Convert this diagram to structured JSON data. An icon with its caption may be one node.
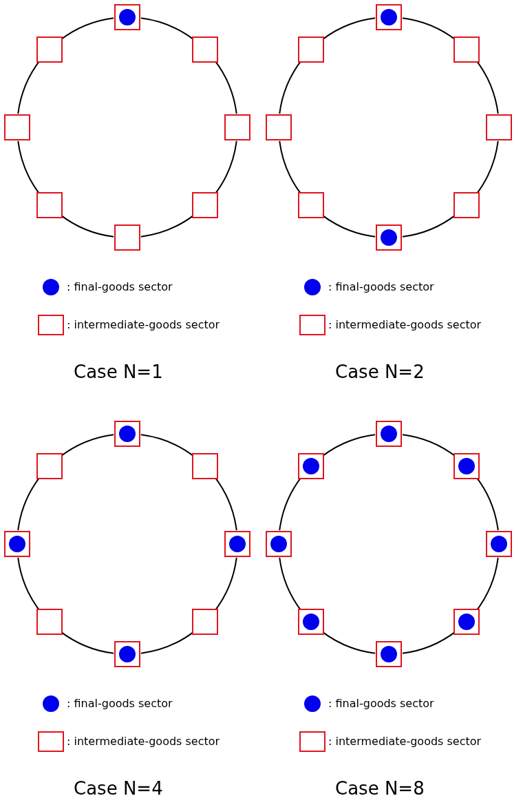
{
  "diagram": {
    "nodes": [
      {
        "text": [],
        "shape": "box"
      },
      {
        "text": [],
        "shape": "circle",
        "in": 0
      },
      {
        "text": [],
        "shape": "box"
      },
      {
        "text": [],
        "shape": "box"
      },
      {
        "text": [],
        "shape": "box"
      },
      {
        "text": [],
        "shape": "box"
      },
      {
        "text": [],
        "shape": "box"
      },
      {
        "text": [],
        "shape": "box"
      },
      {
        "text": [],
        "shape": "box"
      },
      {
        "text": [],
        "shape": "box"
      },
      {
        "text": [],
        "shape": "circle",
        "in": 9
      },
      {
        "text": [],
        "shape": "box"
      },
      {
        "text": [],
        "shape": "box"
      },
      {
        "text": [],
        "shape": "box"
      },
      {
        "text": [],
        "shape": "box"
      },
      {
        "text": [],
        "shape": "circle",
        "in": 14
      },
      {
        "text": [],
        "shape": "box"
      },
      {
        "text": [],
        "shape": "box"
      },
      {
        "text": [],
        "shape": "box"
      },
      {
        "text": [],
        "shape": "box"
      },
      {
        "text": [],
        "shape": "circle",
        "in": 19
      },
      {
        "text": [],
        "shape": "box"
      },
      {
        "text": [],
        "shape": "box"
      },
      {
        "text": [],
        "shape": "circle",
        "in": 22
      },
      {
        "text": [],
        "shape": "box"
      },
      {
        "text": [],
        "shape": "box"
      },
      {
        "text": [],
        "shape": "circle",
        "in": 25
      },
      {
        "text": [],
        "shape": "box"
      },
      {
        "text": [],
        "shape": "box"
      },
      {
        "text": [],
        "shape": "circle",
        "in": 28
      },
      {
        "text": [],
        "shape": "box"
      },
      {
        "text": [],
        "shape": "box"
      },
      {
        "text": [],
        "shape": "circle",
        "in": 31
      },
      {
        "text": [],
        "shape": "box"
      },
      {
        "text": [],
        "shape": "circle",
        "in": 33
      },
      {
        "text": [],
        "shape": "box"
      },
      {
        "text": [],
        "shape": "circle",
        "in": 35
      },
      {
        "text": [],
        "shape": "box"
      },
      {
        "text": [],
        "shape": "circle",
        "in": 37
      },
      {
        "text": [],
        "shape": "box"
      },
      {
        "text": [],
        "shape": "circle",
        "in": 39
      },
      {
        "text": [],
        "shape": "box"
      },
      {
        "text": [],
        "shape": "circle",
        "in": 41
      },
      {
        "text": [],
        "shape": "box"
      },
      {
        "text": [],
        "shape": "circle",
        "in": 43
      },
      {
        "text": [],
        "shape": "box"
      },
      {
        "text": [],
        "shape": "circle",
        "in": 45
      }
    ],
    "edges": [
      {
        "from": 0,
        "to": 2,
        "arrow": "none"
      },
      {
        "from": 2,
        "to": 3,
        "arrow": "none"
      },
      {
        "from": 3,
        "to": 4,
        "arrow": "none"
      },
      {
        "from": 4,
        "to": 5,
        "arrow": "none"
      },
      {
        "from": 5,
        "to": 6,
        "arrow": "none"
      },
      {
        "from": 6,
        "to": 7,
        "arrow": "none"
      },
      {
        "from": 7,
        "to": 8,
        "arrow": "none"
      },
      {
        "from": 8,
        "to": 0,
        "arrow": "none"
      },
      {
        "from": 9,
        "to": 11,
        "arrow": "none"
      },
      {
        "from": 11,
        "to": 12,
        "arrow": "none"
      },
      {
        "from": 12,
        "to": 13,
        "arrow": "none"
      },
      {
        "from": 13,
        "to": 14,
        "arrow": "none"
      },
      {
        "from": 14,
        "to": 16,
        "arrow": "none"
      },
      {
        "from": 16,
        "to": 17,
        "arrow": "none"
      },
      {
        "from": 17,
        "to": 18,
        "arrow": "none"
      },
      {
        "from": 18,
        "to": 9,
        "arrow": "none"
      },
      {
        "from": 19,
        "to": 21,
        "arrow": "none"
      },
      {
        "from": 21,
        "to": 22,
        "arrow": "none"
      },
      {
        "from": 22,
        "to": 24,
        "arrow": "none"
      },
      {
        "from": 24,
        "to": 25,
        "arrow": "none"
      },
      {
        "from": 25,
        "to": 27,
        "arrow": "none"
      },
      {
        "from": 27,
        "to": 28,
        "arrow": "none"
      },
      {
        "from": 28,
        "to": 30,
        "arrow": "none"
      },
      {
        "from": 30,
        "to": 19,
        "arrow": "none"
      },
      {
        "from": 31,
        "to": 33,
        "arrow": "none"
      },
      {
        "from": 33,
        "to": 35,
        "arrow": "none"
      },
      {
        "from": 35,
        "to": 37,
        "arrow": "none"
      },
      {
        "from": 37,
        "to": 39,
        "arrow": "none"
      },
      {
        "from": 39,
        "to": 41,
        "arrow": "none"
      },
      {
        "from": 41,
        "to": 43,
        "arrow": "none"
      },
      {
        "from": 43,
        "to": 45,
        "arrow": "none"
      },
      {
        "from": 45,
        "to": 31,
        "arrow": "none"
      }
    ],
    "labels": [
      "Case N=1",
      "Case N=2",
      "Case N=4",
      "Case N=8"
    ],
    "legend": [
      {
        "text": ": final-goods sector"
      },
      {
        "text": ": intermediate-goods sector"
      },
      {
        "text": ": final-goods sector"
      },
      {
        "text": ": intermediate-goods sector"
      },
      {
        "text": ": final-goods sector"
      },
      {
        "text": ": intermediate-goods sector"
      },
      {
        "text": ": final-goods sector"
      },
      {
        "text": ": intermediate-goods sector"
      }
    ]
  }
}
